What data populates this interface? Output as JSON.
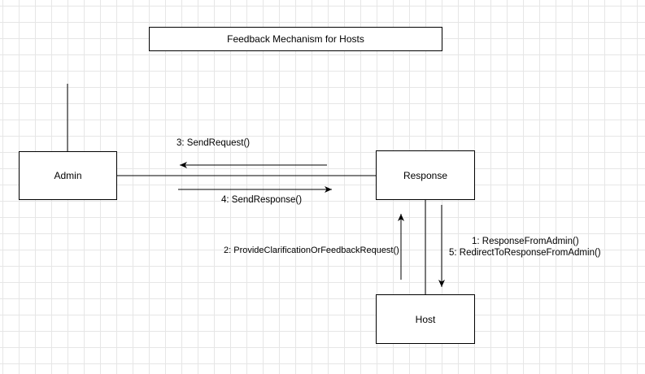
{
  "diagram": {
    "title": "Feedback Mechanism for Hosts",
    "nodes": {
      "admin": "Admin",
      "response": "Response",
      "host": "Host"
    },
    "messages": {
      "send_request": "3: SendRequest()",
      "send_response": "4: SendResponse()",
      "provide_clarification": "2: ProvideClarificationOrFeedbackRequest()",
      "response_from_admin": "1: ResponseFromAdmin()",
      "redirect": "5: RedirectToResponseFromAdmin()"
    }
  }
}
